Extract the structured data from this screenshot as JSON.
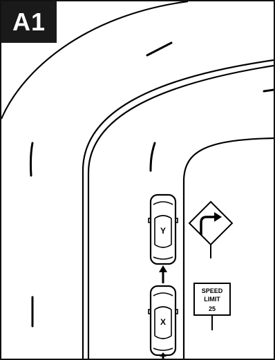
{
  "figure": {
    "tag": "A1",
    "vehicles": [
      {
        "id": "car-y",
        "label": "Y"
      },
      {
        "id": "car-x",
        "label": "X"
      }
    ],
    "signs": {
      "curve_warning": {
        "icon": "right-curve-arrow-icon",
        "shape": "diamond"
      },
      "speed_limit": {
        "line1": "SPEED",
        "line2": "LIMIT",
        "value": "25"
      }
    },
    "colors": {
      "ink": "#000000",
      "background": "#ffffff",
      "tag_bg": "#1a1a1a"
    }
  }
}
